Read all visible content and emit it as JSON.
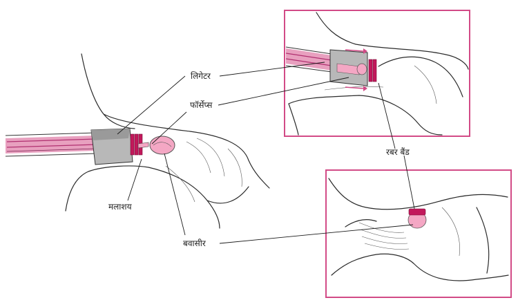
{
  "colors": {
    "accent": "#d24a86",
    "band": "#c2185b",
    "tissue": "#f4a7c4",
    "metal": "#b8b8b8",
    "frame": "#d24a86"
  },
  "labels": {
    "ligator": "लिगेटर",
    "forceps": "फॉर्सेप्स",
    "rectum": "मलाशय",
    "hemorrhoid": "बवासीर",
    "rubber_band": "रबर बैंड"
  }
}
